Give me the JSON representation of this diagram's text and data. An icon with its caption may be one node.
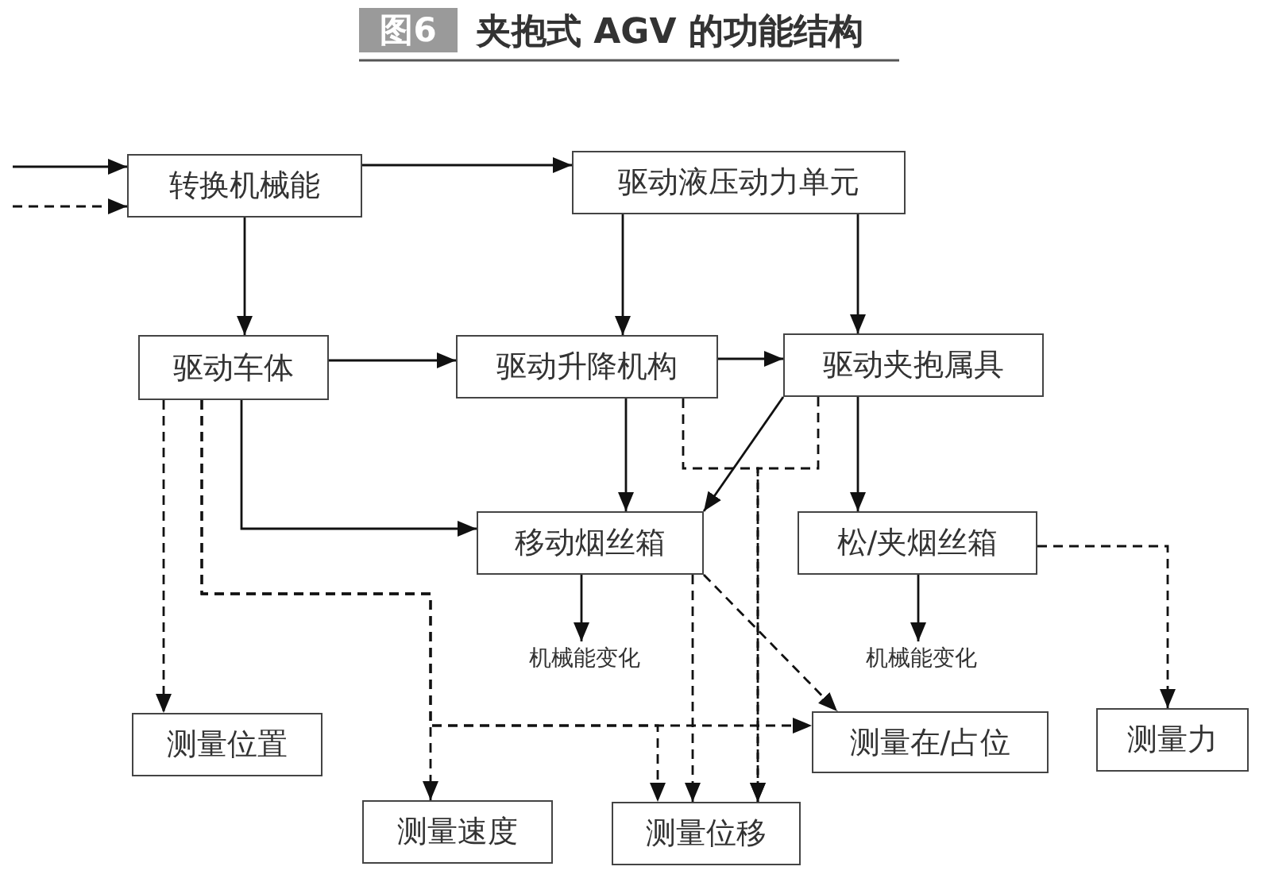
{
  "diagram": {
    "title": "夹抱式 AGV 的功能结构",
    "labels": [
      "图6"
    ],
    "nodes": [
      {
        "text": [
          "转换机械能"
        ]
      },
      {
        "text": [
          "驱动液压动力单元"
        ]
      },
      {
        "text": [
          "驱动车体"
        ]
      },
      {
        "text": [
          "驱动升降机构"
        ]
      },
      {
        "text": [
          "驱动夹抱属具"
        ]
      },
      {
        "text": [
          "移动烟丝箱"
        ]
      },
      {
        "text": [
          "松/夹烟丝箱"
        ]
      },
      {
        "text": [
          "机械能变化"
        ]
      },
      {
        "text": [
          "机械能变化"
        ]
      },
      {
        "text": [
          "测量位置"
        ]
      },
      {
        "text": [
          "测量在/占位"
        ]
      },
      {
        "text": [
          "测量力"
        ]
      },
      {
        "text": [
          "测量速度"
        ]
      },
      {
        "text": [
          "测量位移"
        ]
      }
    ],
    "edges": [
      {
        "from": null,
        "to": 0,
        "arrow": "to"
      },
      {
        "from": null,
        "to": 0,
        "arrow": "to",
        "style": "dashed"
      },
      {
        "from": 0,
        "to": 1,
        "arrow": "to"
      },
      {
        "from": 0,
        "to": 2,
        "arrow": "to"
      },
      {
        "from": 1,
        "to": 3,
        "arrow": "to"
      },
      {
        "from": 1,
        "to": 4,
        "arrow": "to"
      },
      {
        "from": 2,
        "to": 3,
        "arrow": "to"
      },
      {
        "from": 3,
        "to": 4,
        "arrow": "to"
      },
      {
        "from": 2,
        "to": 5,
        "arrow": "to"
      },
      {
        "from": 3,
        "to": 5,
        "arrow": "to"
      },
      {
        "from": 4,
        "to": 5,
        "arrow": "to"
      },
      {
        "from": 4,
        "to": 6,
        "arrow": "to"
      },
      {
        "from": 5,
        "to": 7,
        "arrow": "to"
      },
      {
        "from": 6,
        "to": 8,
        "arrow": "to"
      },
      {
        "from": 6,
        "to": 11,
        "arrow": "to",
        "style": "dashed"
      },
      {
        "from": 2,
        "to": 9,
        "arrow": "to",
        "style": "dashed"
      },
      {
        "from": 2,
        "to": 12,
        "arrow": "to",
        "style": "dashed"
      },
      {
        "from": 2,
        "to": 10,
        "arrow": "to",
        "style": "dashed"
      },
      {
        "from": 2,
        "to": 13,
        "arrow": "to",
        "style": "dashed"
      },
      {
        "from": 5,
        "to": 10,
        "arrow": "to",
        "style": "dashed"
      },
      {
        "from": 5,
        "to": 13,
        "arrow": "to",
        "style": "dashed"
      },
      {
        "from": 3,
        "to": 13,
        "arrow": "to",
        "style": "dashed"
      },
      {
        "from": 4,
        "to": 13,
        "arrow": "to",
        "style": "dashed"
      }
    ]
  }
}
